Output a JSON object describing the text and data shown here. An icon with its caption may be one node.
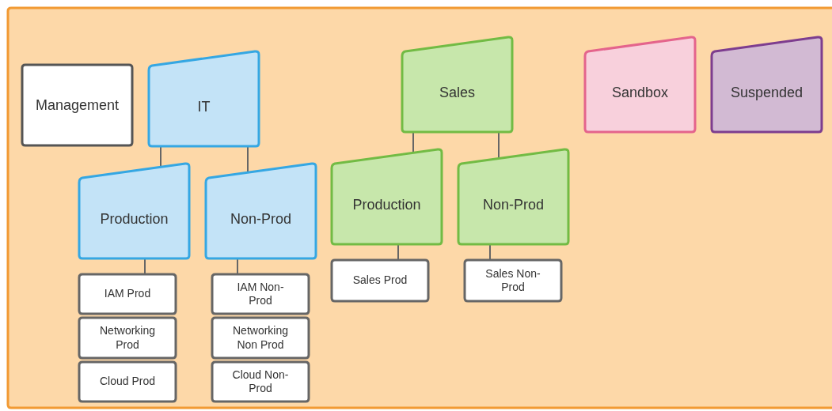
{
  "diagram": {
    "nodes": [
      {
        "text": [],
        "shape": "box"
      },
      {
        "text": [
          "Management"
        ],
        "in": 0
      },
      {
        "text": [
          "IT"
        ],
        "in": 0
      },
      {
        "text": [
          "Production"
        ],
        "in": 0
      },
      {
        "text": [
          "Non-Prod"
        ],
        "in": 0
      },
      {
        "text": [
          "IAM Prod"
        ],
        "in": 0
      },
      {
        "text": [
          "Networking Prod"
        ],
        "in": 0
      },
      {
        "text": [
          "Cloud Prod"
        ],
        "in": 0
      },
      {
        "text": [
          "IAM Non-Prod"
        ],
        "in": 0
      },
      {
        "text": [
          "Networking Non Prod"
        ],
        "in": 0
      },
      {
        "text": [
          "Cloud Non-Prod"
        ],
        "in": 0
      },
      {
        "text": [
          "Sales"
        ],
        "in": 0
      },
      {
        "text": [
          "Production"
        ],
        "in": 0
      },
      {
        "text": [
          "Non-Prod"
        ],
        "in": 0
      },
      {
        "text": [
          "Sales Prod"
        ],
        "in": 0
      },
      {
        "text": [
          "Sales Non-Prod"
        ],
        "in": 0
      },
      {
        "text": [
          "Sandbox"
        ],
        "in": 0
      },
      {
        "text": [
          "Suspended"
        ],
        "in": 0
      }
    ],
    "edges": [
      {
        "from": 2,
        "to": 3,
        "arrow": "none"
      },
      {
        "from": 2,
        "to": 4,
        "arrow": "none"
      },
      {
        "from": 3,
        "to": 5,
        "arrow": "none"
      },
      {
        "from": 4,
        "to": 8,
        "arrow": "none"
      },
      {
        "from": 11,
        "to": 12,
        "arrow": "none"
      },
      {
        "from": 11,
        "to": 13,
        "arrow": "none"
      },
      {
        "from": 12,
        "to": 14,
        "arrow": "none"
      },
      {
        "from": 13,
        "to": 15,
        "arrow": "none"
      }
    ]
  }
}
